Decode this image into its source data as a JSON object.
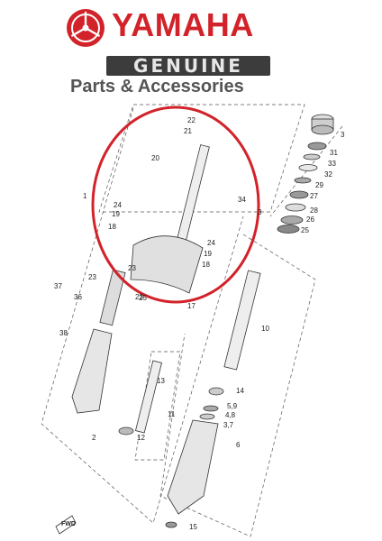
{
  "header": {
    "brand": "YAMAHA",
    "genuine": "GENUINE",
    "subtitle": "Parts & Accessories",
    "brand_color": "#d2232a",
    "logo_icon": "yamaha-tuning-fork-logo"
  },
  "diagram": {
    "highlight_color": "#d2232a",
    "fwd_label": "FWD",
    "callouts": [
      {
        "id": "c1",
        "text": "1"
      },
      {
        "id": "c2",
        "text": "2"
      },
      {
        "id": "c3",
        "text": "3"
      },
      {
        "id": "c3b",
        "text": "3"
      },
      {
        "id": "c6",
        "text": "6"
      },
      {
        "id": "c10",
        "text": "10"
      },
      {
        "id": "c11",
        "text": "11"
      },
      {
        "id": "c12",
        "text": "12"
      },
      {
        "id": "c13",
        "text": "13"
      },
      {
        "id": "c14",
        "text": "14"
      },
      {
        "id": "c15",
        "text": "15"
      },
      {
        "id": "c17",
        "text": "17"
      },
      {
        "id": "c18a",
        "text": "18"
      },
      {
        "id": "c18b",
        "text": "18"
      },
      {
        "id": "c19a",
        "text": "19"
      },
      {
        "id": "c19b",
        "text": "19"
      },
      {
        "id": "c20",
        "text": "20"
      },
      {
        "id": "c21",
        "text": "21"
      },
      {
        "id": "c22",
        "text": "22"
      },
      {
        "id": "c23a",
        "text": "23"
      },
      {
        "id": "c23b",
        "text": "23"
      },
      {
        "id": "c23c",
        "text": "23"
      },
      {
        "id": "c24a",
        "text": "24"
      },
      {
        "id": "c24b",
        "text": "24"
      },
      {
        "id": "c25",
        "text": "25"
      },
      {
        "id": "c26",
        "text": "26"
      },
      {
        "id": "c27",
        "text": "27"
      },
      {
        "id": "c28",
        "text": "28"
      },
      {
        "id": "c29",
        "text": "29"
      },
      {
        "id": "c31",
        "text": "31"
      },
      {
        "id": "c32",
        "text": "32"
      },
      {
        "id": "c33",
        "text": "33"
      },
      {
        "id": "c34",
        "text": "34"
      },
      {
        "id": "c36",
        "text": "36"
      },
      {
        "id": "c37",
        "text": "37"
      },
      {
        "id": "c38",
        "text": "38"
      },
      {
        "id": "c59",
        "text": "5,9"
      },
      {
        "id": "c48",
        "text": "4,8"
      },
      {
        "id": "c37b",
        "text": "3,7"
      },
      {
        "id": "c25b",
        "text": "25"
      }
    ]
  }
}
